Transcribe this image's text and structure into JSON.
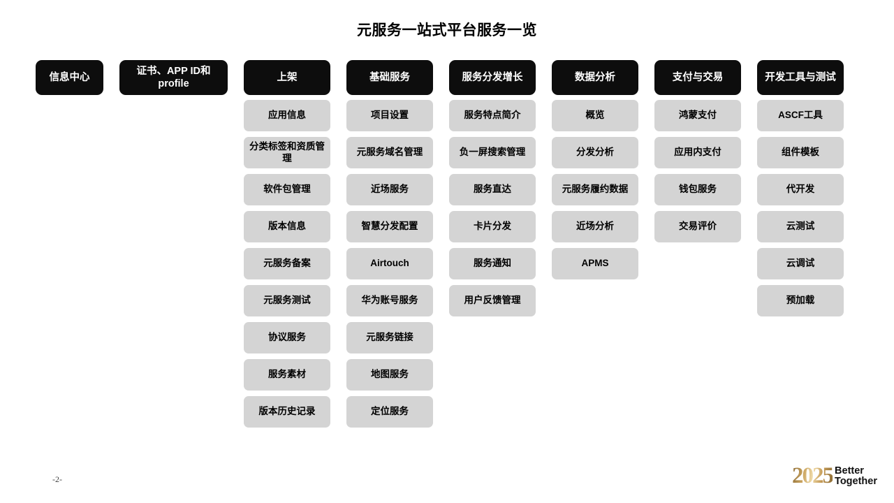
{
  "slide": {
    "title": "元服务一站式平台服务一览",
    "page_number": "-2-",
    "header_bg": "#0d0d0d",
    "header_text_color": "#ffffff",
    "item_bg": "#d4d4d4",
    "item_text_color": "#000000",
    "background": "#ffffff"
  },
  "logo": {
    "year": "2025",
    "tagline_line1": "Better",
    "tagline_line2": "Together",
    "gold": "#c9a35f"
  },
  "columns": [
    {
      "header": "信息中心",
      "items": []
    },
    {
      "header": "证书、APP ID和profile",
      "items": []
    },
    {
      "header": "上架",
      "items": [
        "应用信息",
        "分类标签和资质管理",
        "软件包管理",
        "版本信息",
        "元服务备案",
        "元服务测试",
        "协议服务",
        "服务素材",
        "版本历史记录"
      ]
    },
    {
      "header": "基础服务",
      "items": [
        "项目设置",
        "元服务域名管理",
        "近场服务",
        "智慧分发配置",
        "Airtouch",
        "华为账号服务",
        "元服务链接",
        "地图服务",
        "定位服务"
      ]
    },
    {
      "header": "服务分发增长",
      "items": [
        "服务特点简介",
        "负一屏搜索管理",
        "服务直达",
        "卡片分发",
        "服务通知",
        "用户反馈管理"
      ]
    },
    {
      "header": "数据分析",
      "items": [
        "概览",
        "分发分析",
        "元服务履约数据",
        "近场分析",
        "APMS"
      ]
    },
    {
      "header": "支付与交易",
      "items": [
        "鸿蒙支付",
        "应用内支付",
        "钱包服务",
        "交易评价"
      ]
    },
    {
      "header": "开发工具与测试",
      "items": [
        "ASCF工具",
        "组件模板",
        "代开发",
        "云测试",
        "云调试",
        "预加载"
      ]
    }
  ]
}
